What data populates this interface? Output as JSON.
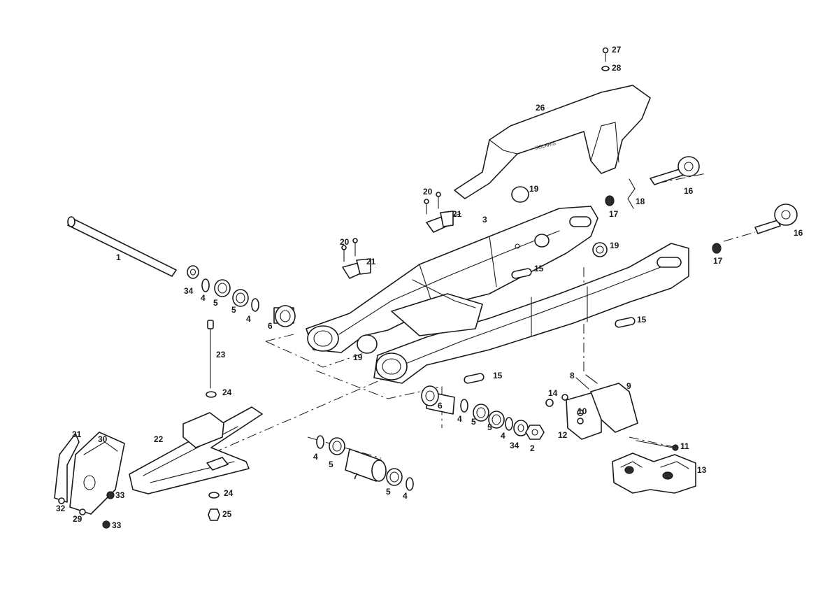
{
  "diagram": {
    "parts": [
      {
        "id": "1"
      },
      {
        "id": "2"
      },
      {
        "id": "3"
      },
      {
        "id": "4"
      },
      {
        "id": "5"
      },
      {
        "id": "6"
      },
      {
        "id": "7"
      },
      {
        "id": "8"
      },
      {
        "id": "9"
      },
      {
        "id": "10"
      },
      {
        "id": "11"
      },
      {
        "id": "12"
      },
      {
        "id": "13"
      },
      {
        "id": "14"
      },
      {
        "id": "15"
      },
      {
        "id": "16"
      },
      {
        "id": "17"
      },
      {
        "id": "18"
      },
      {
        "id": "19"
      },
      {
        "id": "20"
      },
      {
        "id": "21"
      },
      {
        "id": "22"
      },
      {
        "id": "23"
      },
      {
        "id": "24"
      },
      {
        "id": "25"
      },
      {
        "id": "26"
      },
      {
        "id": "27"
      },
      {
        "id": "28"
      },
      {
        "id": "29"
      },
      {
        "id": "30"
      },
      {
        "id": "31"
      },
      {
        "id": "32"
      },
      {
        "id": "33"
      },
      {
        "id": "34"
      }
    ],
    "chain_guard_lettering": "SOLARIS"
  }
}
